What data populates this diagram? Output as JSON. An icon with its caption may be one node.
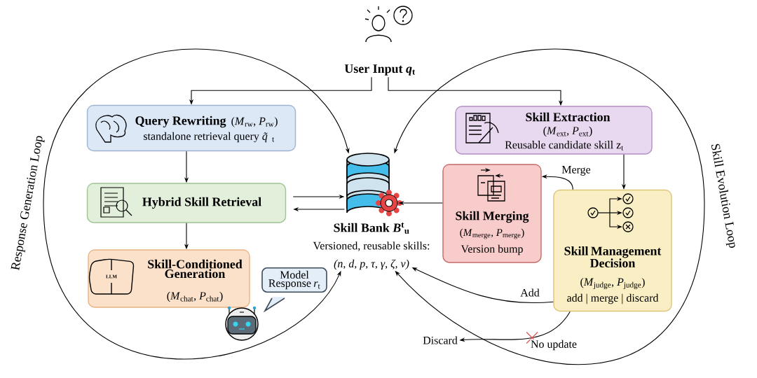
{
  "diagram": {
    "nodes": [
      {
        "text": [
          "User Input *q*$_{t}$"
        ]
      },
      {
        "text": [
          "Query Rewriting",
          "(*M*$_{rw}$, *P*$_{rw}$)",
          "standalone retrieval query *q̃*$_{t}$"
        ]
      },
      {
        "text": [
          "Hybrid Skill Retrieval"
        ]
      },
      {
        "text": [
          "LLM",
          "Skill-Conditioned Generation",
          "(*M*$_{chat}$, *P*$_{chat}$)"
        ]
      },
      {
        "text": [
          "Model Response *r*$_{t}$"
        ]
      },
      {
        "text": [
          "Skill Bank *B*$^{t}$$_{u}$",
          "Versioned, reusable skills:",
          "(n, d, p, τ, γ, ζ, v)"
        ]
      },
      {
        "text": [
          "Skill Extraction",
          "(*M*$_{ext}$, *P*$_{ext}$)",
          "Reusable candidate skill z$_{t}$"
        ]
      },
      {
        "text": [
          "Skill Merging",
          "(*M*$_{merge}$, *P*$_{merge}$)",
          "Version bump"
        ]
      },
      {
        "text": [
          "Skill Management Decision",
          "(*M*$_{judge}$, *P*$_{judge}$)",
          "add | merge | discard"
        ]
      },
      {
        "text": [
          "Discard"
        ]
      }
    ],
    "edges": [
      {
        "from": 0,
        "to": 1,
        "arrow": "to"
      },
      {
        "from": 0,
        "to": 6,
        "arrow": "to"
      },
      {
        "from": 1,
        "to": 2,
        "arrow": "to"
      },
      {
        "from": 2,
        "to": 3,
        "arrow": "to"
      },
      {
        "from": 2,
        "to": 5,
        "arrow": "to"
      },
      {
        "from": 5,
        "to": 2,
        "arrow": "to"
      },
      {
        "from": 5,
        "to": 5,
        "arrow": "both"
      },
      {
        "from": 5,
        "to": 5,
        "arrow": "both"
      },
      {
        "from": 6,
        "to": 8,
        "arrow": "to"
      },
      {
        "from": 8,
        "to": 7,
        "arrow": "to",
        "label": "Merge"
      },
      {
        "from": 7,
        "to": 5,
        "arrow": "to"
      },
      {
        "from": 8,
        "to": 5,
        "arrow": "to",
        "label": "Add"
      },
      {
        "from": 8,
        "to": 9,
        "arrow": "to",
        "label": "No update"
      }
    ],
    "labels": [
      "Response Generation Loop",
      "Skill Evolution Loop"
    ]
  }
}
